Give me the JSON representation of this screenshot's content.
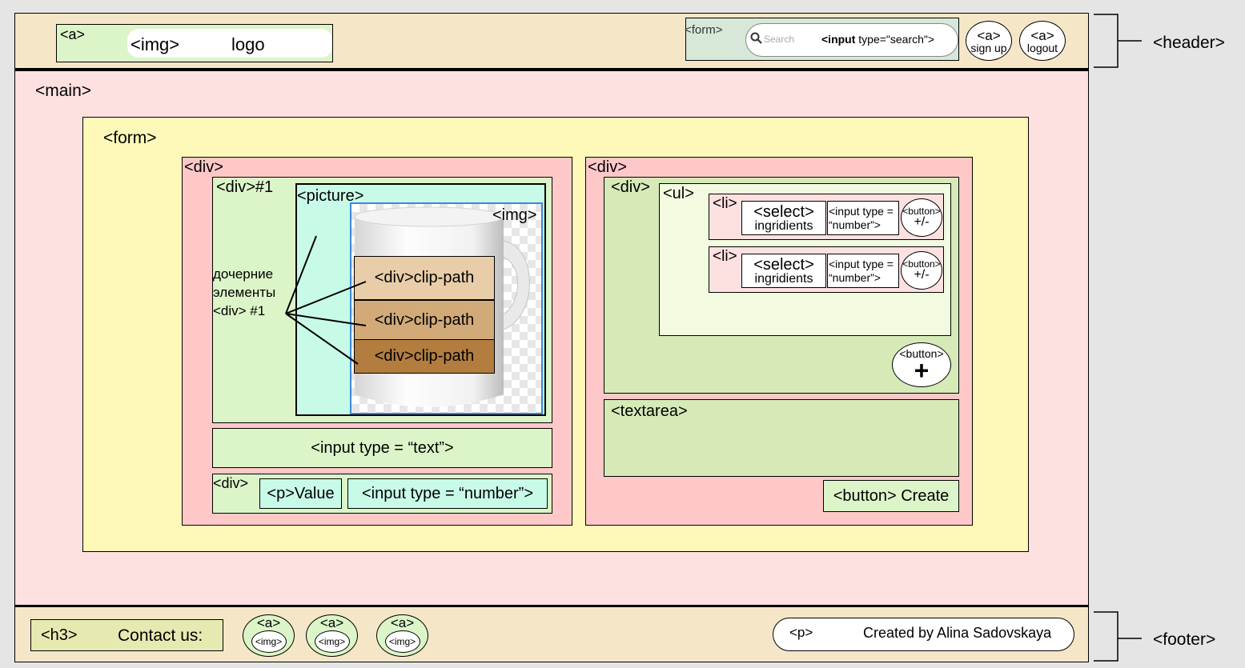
{
  "header": {
    "tag": "<header>",
    "link_tag": "<a>",
    "img_tag": "<img>",
    "logo": "logo",
    "form_tag": "<form>",
    "search_placeholder": "Search",
    "input_bold": "<input",
    "input_rest": " type=\"search\">",
    "signup_tag": "<a>",
    "signup": "sign up",
    "logout_tag": "<a>",
    "logout": "logout"
  },
  "main": {
    "tag": "<main>",
    "form_tag": "<form>",
    "left": {
      "div_tag": "<div>",
      "div1_tag": "<div>#1",
      "note": [
        "дочерние",
        "элементы",
        "<div> #1"
      ],
      "picture_tag": "<picture>",
      "img_tag": "<img>",
      "clips": [
        "<div>clip-path",
        "<div>clip-path",
        "<div>clip-path"
      ],
      "input_text": "<input type = “text”>",
      "bottom_div_tag": "<div>",
      "p_value": "<p>Value",
      "input_number": "<input type = “number”>"
    },
    "right": {
      "div_tag": "<div>",
      "inner_div_tag": "<div>",
      "ul_tag": "<ul>",
      "items": [
        {
          "li": "<li>",
          "select": "<select>",
          "select_sub": "ingridients",
          "input1": "<input type =",
          "input2": "“number”>",
          "btn_tag": "<button>",
          "btn_sym": "+/-"
        },
        {
          "li": "<li>",
          "select": "<select>",
          "select_sub": "ingridients",
          "input1": "<input type =",
          "input2": "“number”>",
          "btn_tag": "<button>",
          "btn_sym": "+/-"
        }
      ],
      "add_btn_tag": "<button>",
      "add_btn_sym": "+",
      "textarea": "<textarea>",
      "create_button": "<button> Create"
    }
  },
  "footer": {
    "tag": "<footer>",
    "h3_tag": "<h3>",
    "contact": "Contact us:",
    "links": [
      {
        "a": "<a>",
        "img": "<img>"
      },
      {
        "a": "<a>",
        "img": "<img>"
      },
      {
        "a": "<a>",
        "img": "<img>"
      }
    ],
    "p_tag": "<p>",
    "credit": "Created by Alina Sadovskaya"
  },
  "colors": {
    "header_bg": "#f5e6c8",
    "main_bg": "#fde1e1",
    "form_bg": "#fef9b8",
    "div_bg": "#ffc8c8",
    "green": "#dcf5c8",
    "light_green": "#d6eab8",
    "ul_bg": "#f2fbe0",
    "picture_bg": "#c8fae8",
    "clip1": "#e8cda8",
    "clip2": "#d2aa78",
    "clip3": "#b27d3f"
  }
}
